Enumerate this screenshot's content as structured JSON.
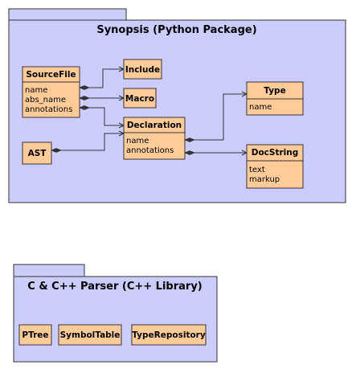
{
  "colors": {
    "package_fill": "#ccccff",
    "class_fill": "#ffcc99",
    "stroke": "#333333",
    "line": "#333333"
  },
  "packages": [
    {
      "title": "Synopsis (Python Package)",
      "classes": [
        {
          "name": "SourceFile",
          "attributes": [
            "name",
            "abs_name",
            "annotations"
          ]
        },
        {
          "name": "Include",
          "attributes": []
        },
        {
          "name": "Macro",
          "attributes": []
        },
        {
          "name": "Declaration",
          "attributes": [
            "name",
            "annotations"
          ]
        },
        {
          "name": "Type",
          "attributes": [
            "name"
          ]
        },
        {
          "name": "DocString",
          "attributes": [
            "text",
            "markup"
          ]
        },
        {
          "name": "AST",
          "attributes": []
        }
      ]
    },
    {
      "title": "C & C++ Parser (C++ Library)",
      "classes": [
        {
          "name": "PTree",
          "attributes": []
        },
        {
          "name": "SymbolTable",
          "attributes": []
        },
        {
          "name": "TypeRepository",
          "attributes": []
        }
      ]
    }
  ]
}
